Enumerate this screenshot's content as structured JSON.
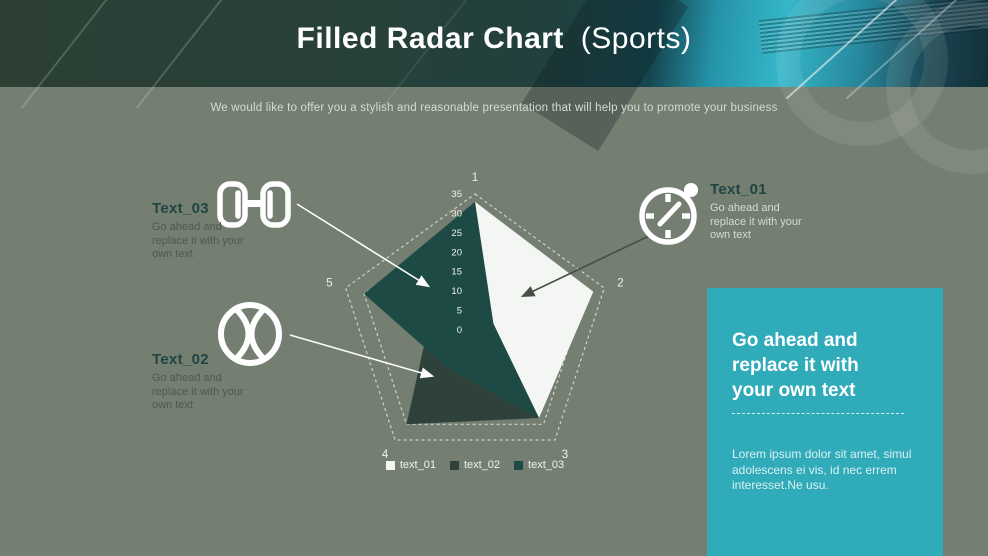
{
  "slide": {
    "title_bold": "Filled Radar Chart",
    "title_light": "(Sports)",
    "subtitle": "We would like to offer you a stylish and reasonable presentation that will help you to promote your business"
  },
  "callouts": {
    "c1": {
      "heading": "Text_01",
      "body": "Go ahead and replace it with your own text",
      "icon": "stopwatch-icon"
    },
    "c2": {
      "heading": "Text_02",
      "body": "Go ahead and replace it with your own text",
      "icon": "tennis-ball-icon"
    },
    "c3": {
      "heading": "Text_03",
      "body": "Go ahead and replace it with your own text",
      "icon": "dumbbell-icon"
    }
  },
  "panel": {
    "heading": "Go ahead and replace it with your own text",
    "body": "Lorem ipsum dolor sit amet, simul adolescens ei vis, id nec errem interesset.Ne usu.",
    "bg_color": "#2fabba"
  },
  "colors": {
    "background": "#747e71",
    "header_dark_green": "#27403a",
    "header_teal": "#35b7c9",
    "accent_panel": "#2fabba",
    "series_text_01": "#f4f6f3",
    "series_text_02": "#2e423b",
    "series_text_03": "#1e4a46"
  },
  "chart_data": {
    "type": "radar-filled",
    "title": "",
    "categories": [
      "1",
      "2",
      "3",
      "4",
      "5"
    ],
    "series": [
      {
        "name": "text_01",
        "color": "#f4f6f3",
        "values": [
          33,
          32,
          28,
          5,
          5
        ]
      },
      {
        "name": "text_02",
        "color": "#2e423b",
        "values": [
          10,
          5,
          28,
          30,
          12
        ]
      },
      {
        "name": "text_03",
        "color": "#1e4a46",
        "values": [
          33,
          5,
          28,
          12,
          30
        ]
      }
    ],
    "rmax": 35,
    "tick_step": 5,
    "ticks": [
      0,
      5,
      10,
      15,
      20,
      25,
      30,
      35
    ],
    "visible_rings": [
      30,
      35
    ],
    "gridline_style": "dashed",
    "legend_position": "bottom"
  }
}
